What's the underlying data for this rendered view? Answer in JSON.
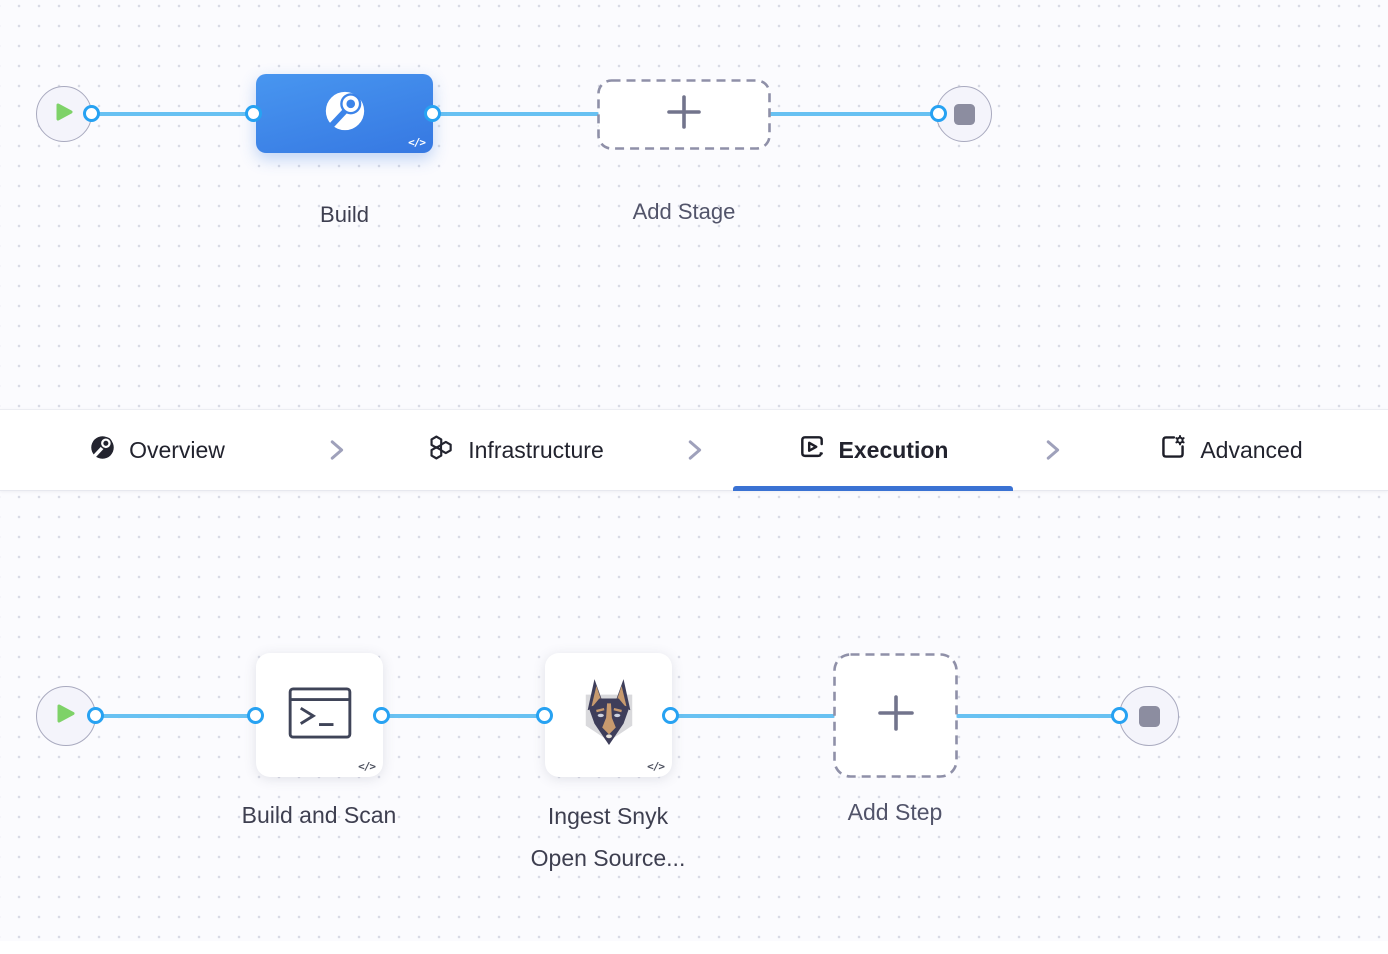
{
  "colors": {
    "stage_blue": "#3d87e8",
    "connector_blue": "#68c1f2",
    "port_ring_blue": "#27a2f2",
    "selected_tab_underline": "#3a72d3",
    "play_green": "#7ed268",
    "end_square_gray": "#8c8da0",
    "canvas_bg": "#fbfbfe"
  },
  "stage_canvas": {
    "stage": {
      "label": "Build",
      "yaml_badge": "</>"
    },
    "add_stage": {
      "label": "Add Stage"
    }
  },
  "tab_bar": {
    "selected": "Execution",
    "tabs": [
      {
        "label": "Overview"
      },
      {
        "label": "Infrastructure"
      },
      {
        "label": "Execution"
      },
      {
        "label": "Advanced"
      }
    ]
  },
  "step_canvas": {
    "steps": [
      {
        "label": "Build and Scan",
        "yaml_badge": "</>"
      },
      {
        "label_line1": "Ingest Snyk",
        "label_line2": "Open Source...",
        "yaml_badge": "</>"
      }
    ],
    "add_step": {
      "label": "Add Step"
    }
  }
}
